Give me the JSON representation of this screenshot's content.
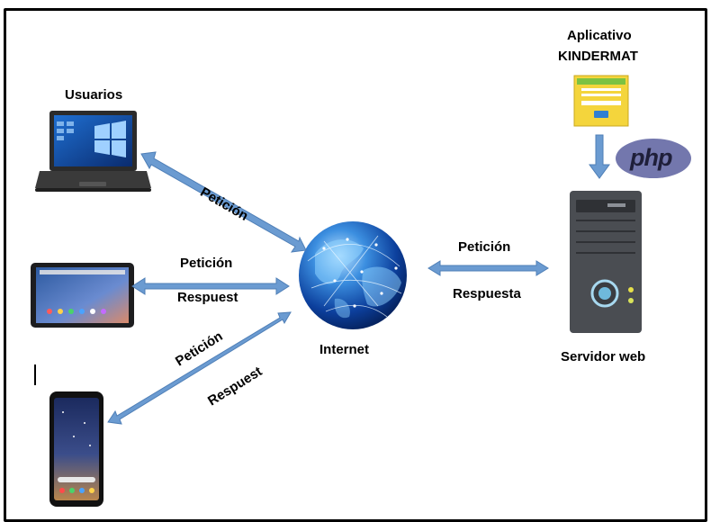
{
  "labels": {
    "usuarios": "Usuarios",
    "app_line1": "Aplicativo",
    "app_line2": "KINDERMAT",
    "php": "php",
    "internet": "Internet",
    "servidor": "Servidor web",
    "laptop_peticion": "Petición",
    "tablet_peticion": "Petición",
    "tablet_respuesta": "Respuest",
    "phone_peticion": "Petición",
    "phone_respuesta": "Respuest",
    "server_peticion": "Petición",
    "server_respuesta": "Respuesta"
  },
  "colors": {
    "arrow": "#6b9bd1",
    "arrow_stroke": "#4f7fb7",
    "app_yellow": "#f4d53c",
    "app_green": "#7cc242",
    "php_purple": "#7377ad",
    "server_gray": "#4a4d52"
  }
}
